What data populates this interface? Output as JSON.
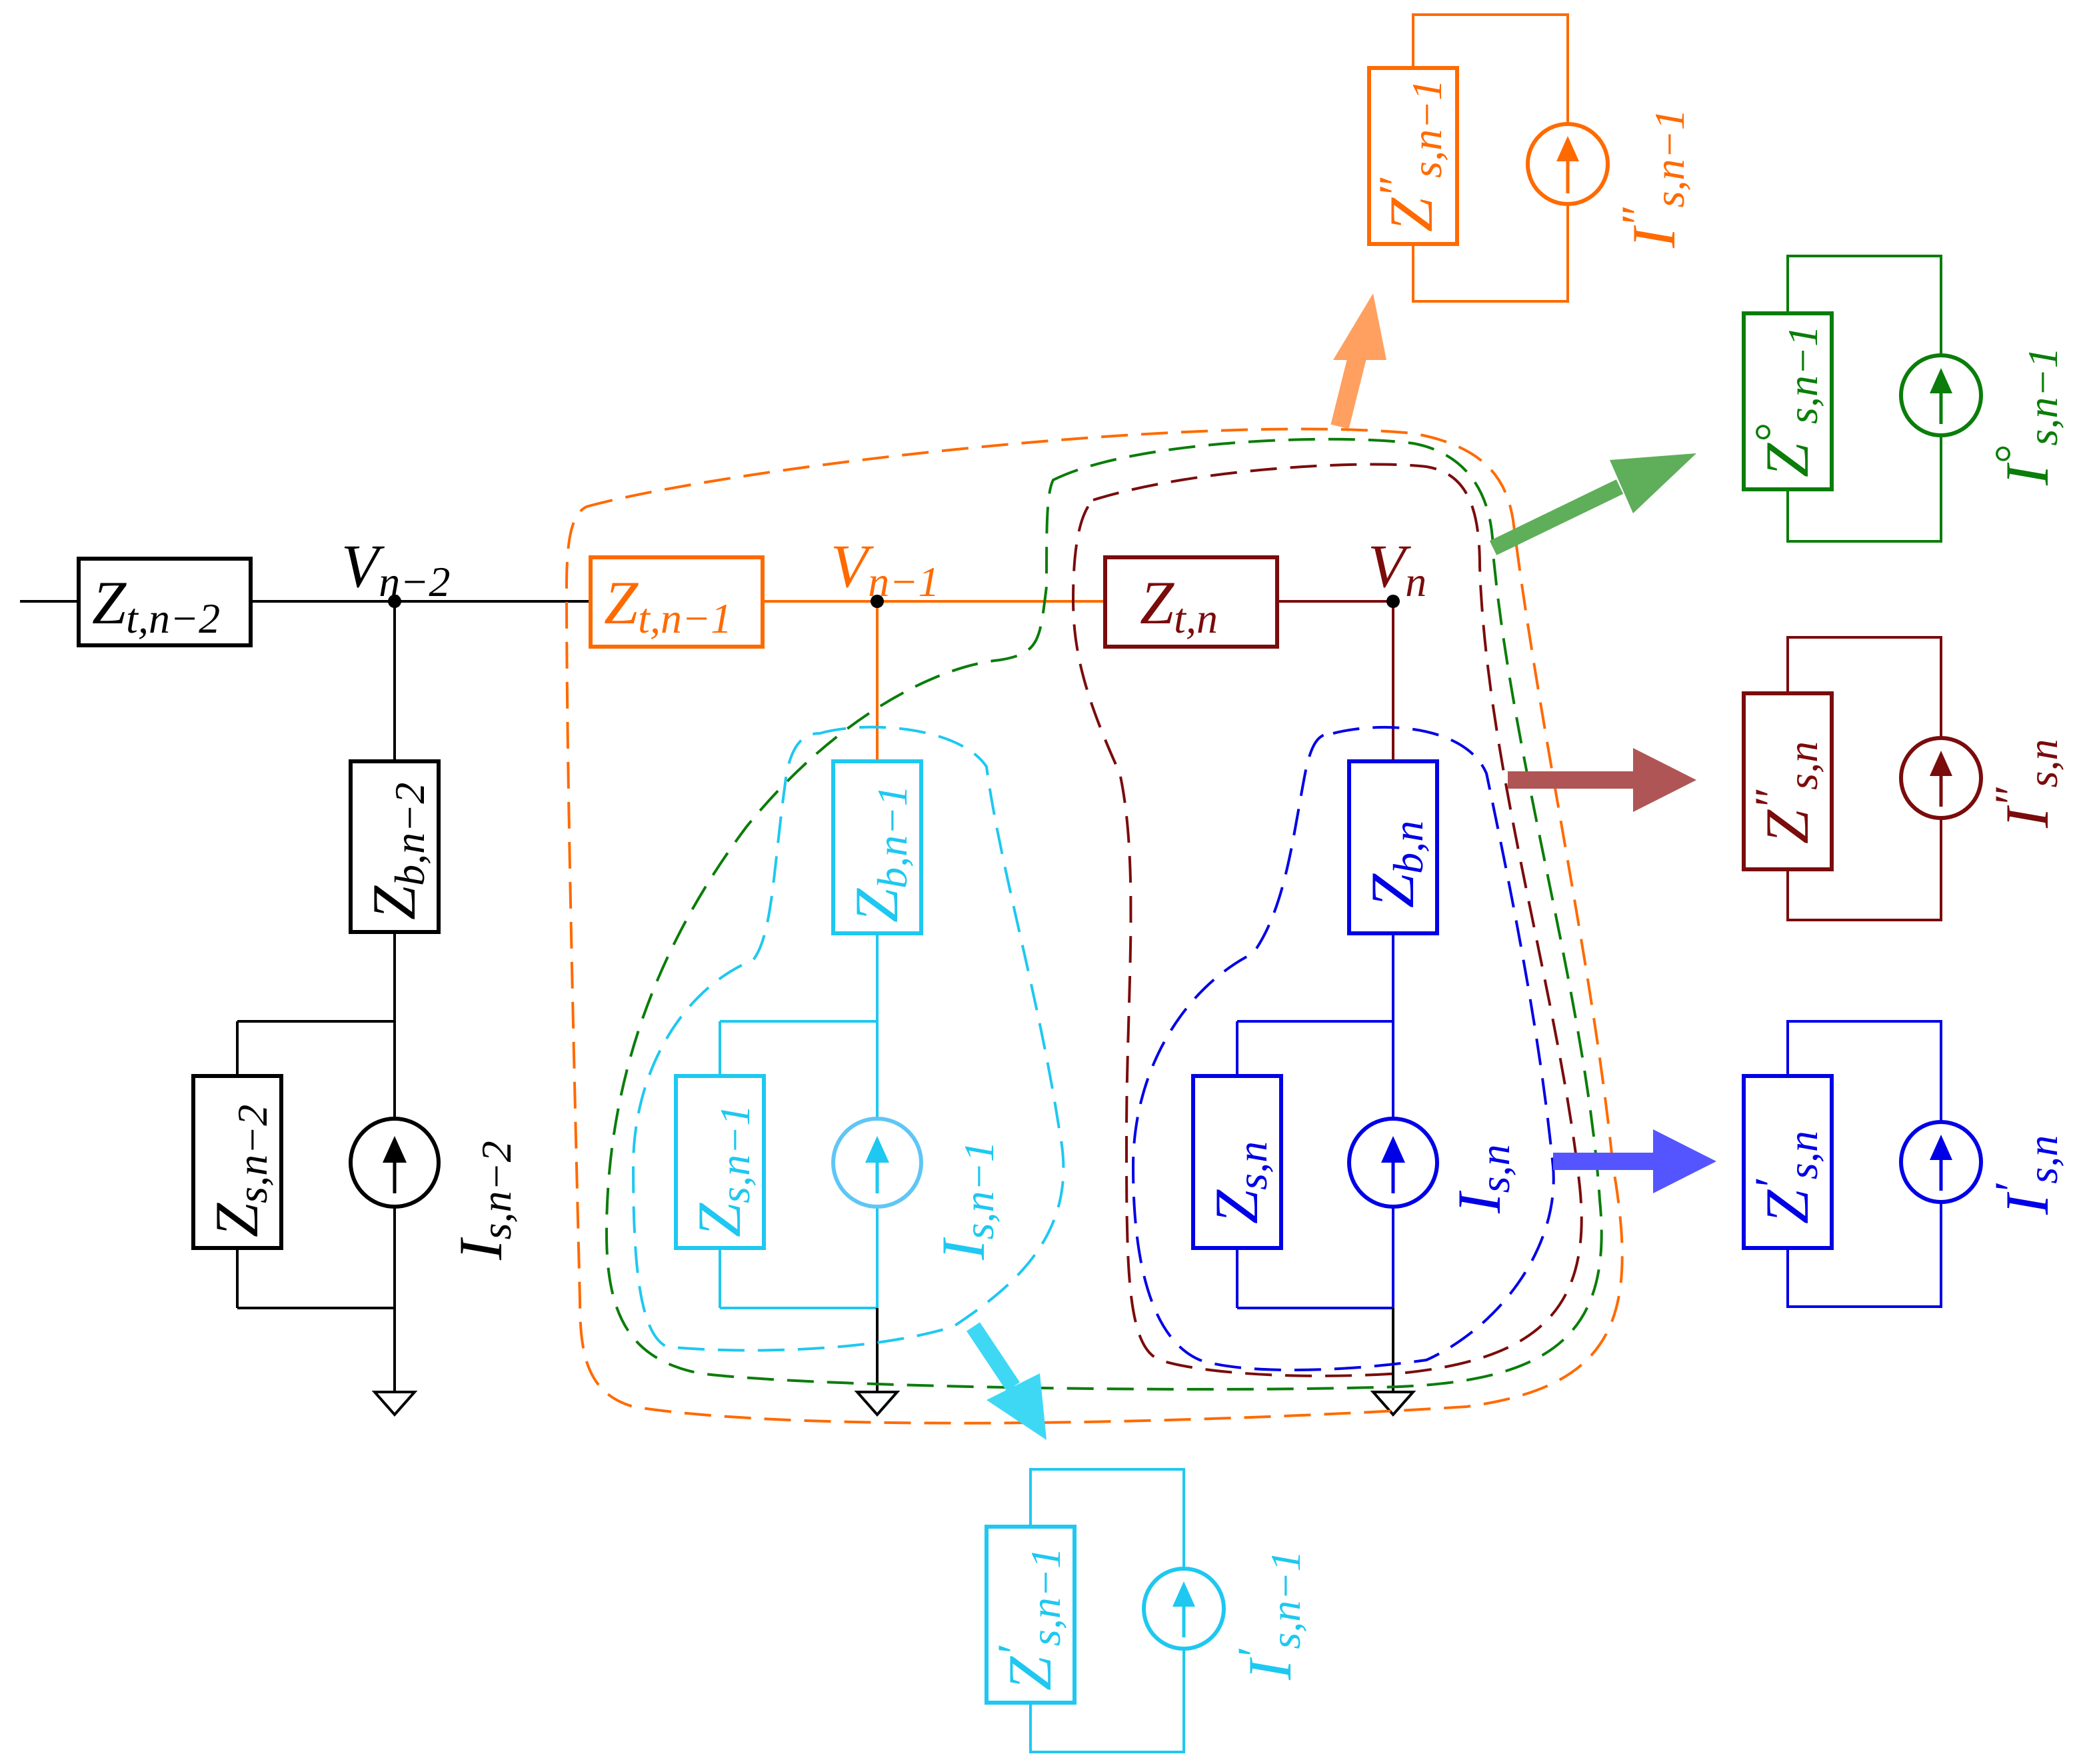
{
  "colors": {
    "black": "#000000",
    "orange": "#ff6a00",
    "orange_light": "#ff8c2a",
    "cyan": "#1ec8f0",
    "cyan_light": "#5fc6f5",
    "darkred": "#7a0c0c",
    "blue": "#0000e6",
    "green": "#0a7d0a",
    "arrow_orange": "#ffa060",
    "arrow_green": "#5fae5a",
    "arrow_red": "#b05555",
    "arrow_blue": "#5555ff",
    "arrow_cyan": "#3ed8f5"
  },
  "labels": {
    "v_n2": {
      "main": "V",
      "sub": "n−2"
    },
    "v_n1": {
      "main": "V",
      "sub": "n−1"
    },
    "v_n": {
      "main": "V",
      "sub": "n"
    },
    "zt_n2": {
      "main": "Z",
      "sub": "t,n−2"
    },
    "zt_n1": {
      "main": "Z",
      "sub": "t,n−1"
    },
    "zt_n": {
      "main": "Z",
      "sub": "t,n"
    },
    "zb_n2": {
      "main": "Z",
      "sub": "b,n−2"
    },
    "zb_n1": {
      "main": "Z",
      "sub": "b,n−1"
    },
    "zb_n": {
      "main": "Z",
      "sub": "b,n"
    },
    "zs_n2": {
      "main": "Z",
      "sub": "s,n−2"
    },
    "zs_n1": {
      "main": "Z",
      "sub": "s,n−1"
    },
    "zs_n": {
      "main": "Z",
      "sub": "s,n"
    },
    "is_n2": {
      "main": "I",
      "sub": "s,n−2"
    },
    "is_n1": {
      "main": "I",
      "sub": "s,n−1"
    },
    "is_n": {
      "main": "I",
      "sub": "s,n"
    },
    "orange_z": {
      "main": "Z",
      "prime": "″",
      "sub": "s,n−1"
    },
    "orange_i": {
      "main": "I",
      "prime": "″",
      "sub": "s,n−1"
    },
    "green_z": {
      "main": "Z",
      "prime": "°",
      "sub": "s,n−1"
    },
    "green_i": {
      "main": "I",
      "prime": "°",
      "sub": "s,n−1"
    },
    "red_z": {
      "main": "Z",
      "prime": "″",
      "sub": "s,n"
    },
    "red_i": {
      "main": "I",
      "prime": "″",
      "sub": "s,n"
    },
    "blue_z": {
      "main": "Z",
      "prime": "′",
      "sub": "s,n"
    },
    "blue_i": {
      "main": "I",
      "prime": "′",
      "sub": "s,n"
    },
    "cyan_z": {
      "main": "Z",
      "prime": "′",
      "sub": "s,n−1"
    },
    "cyan_i": {
      "main": "I",
      "prime": "′",
      "sub": "s,n−1"
    }
  }
}
